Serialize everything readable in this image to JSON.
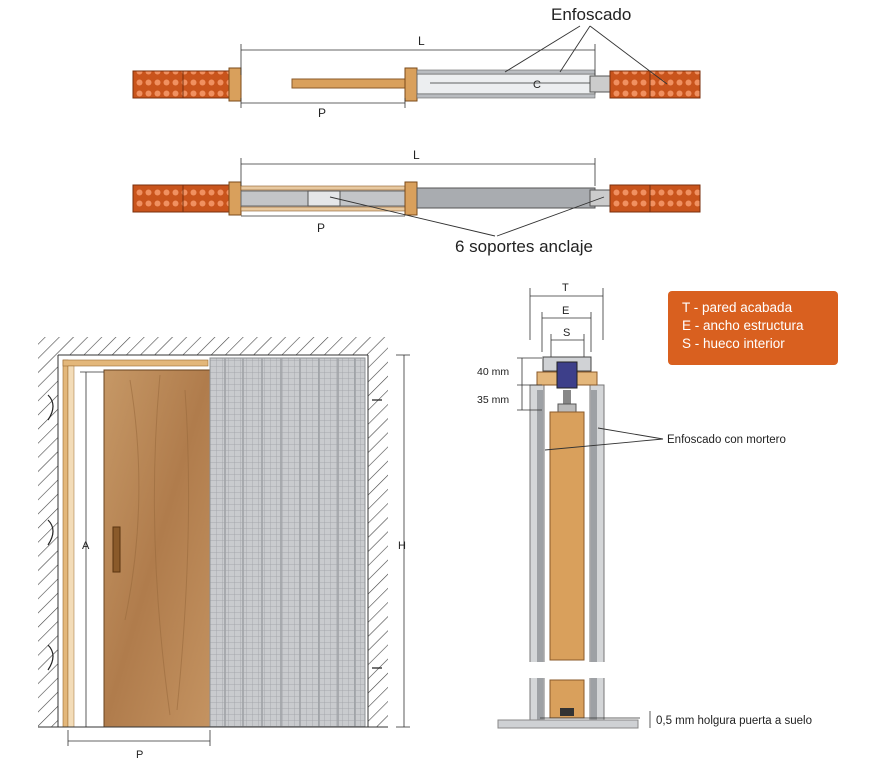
{
  "top_plan": {
    "label_enfoscado": "Enfoscado",
    "dim_L": "L",
    "dim_P": "P",
    "dim_C": "C"
  },
  "middle_plan": {
    "dim_L": "L",
    "dim_P": "P",
    "label_soportes": "6 soportes anclaje"
  },
  "elevation": {
    "dim_A": "A",
    "dim_H": "H",
    "dim_P": "P"
  },
  "section": {
    "dim_T": "T",
    "dim_E": "E",
    "dim_S": "S",
    "dim_40": "40 mm",
    "dim_35": "35 mm",
    "label_enfoscado_mortero": "Enfoscado con mortero",
    "label_holgura": "0,5 mm holgura puerta a suelo"
  },
  "legend": {
    "items": [
      "T - pared acabada",
      "E - ancho estructura",
      "S - hueco interior"
    ]
  },
  "colors": {
    "brick": "#c9541c",
    "brick_hole": "#f09060",
    "wood": "#d9a05c",
    "oak": "#b98555",
    "metal": "#b9bcc0",
    "legend_bg": "#d9601f"
  }
}
